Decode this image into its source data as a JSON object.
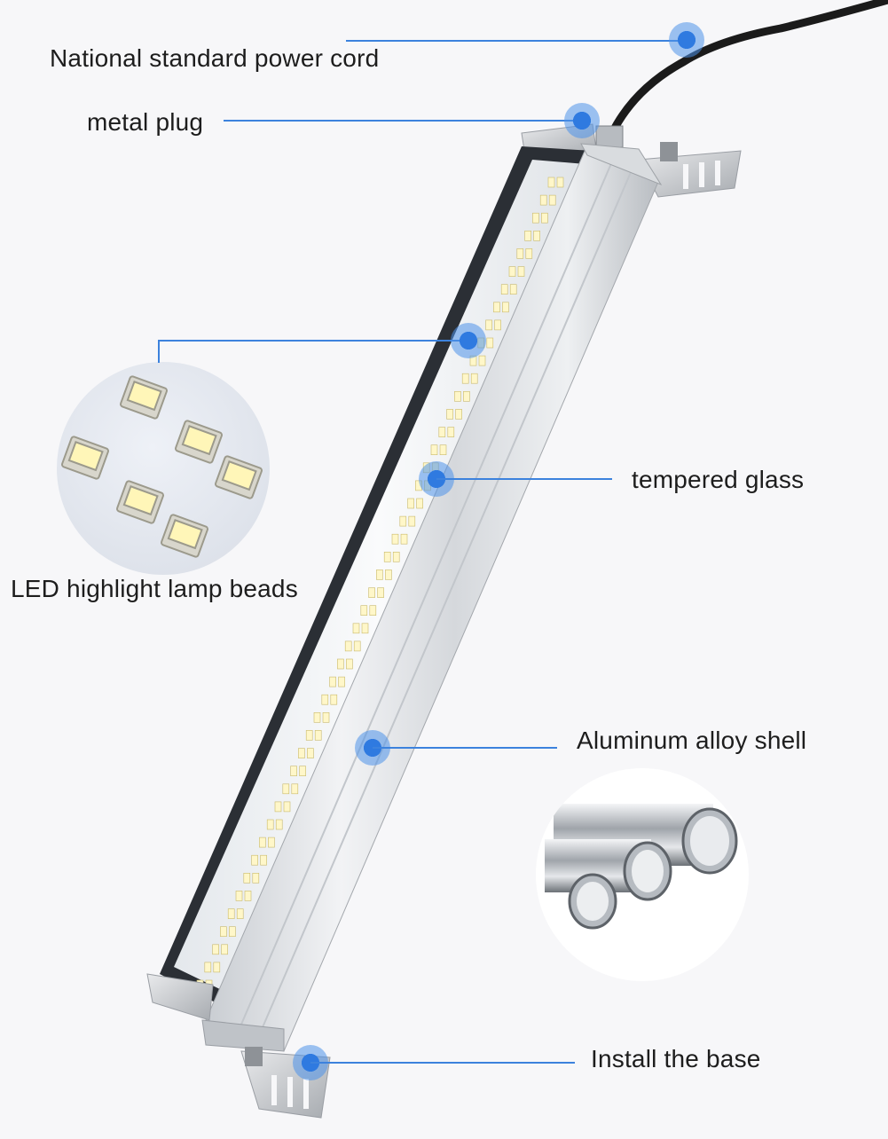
{
  "callouts": {
    "power_cord": "National standard power cord",
    "metal_plug": "metal plug",
    "lamp_beads": "LED highlight lamp beads",
    "tempered_glass": "tempered glass",
    "shell": "Aluminum alloy shell",
    "base": "Install the base"
  },
  "colors": {
    "accent": "#3c82dd",
    "background": "#f7f7f9"
  }
}
